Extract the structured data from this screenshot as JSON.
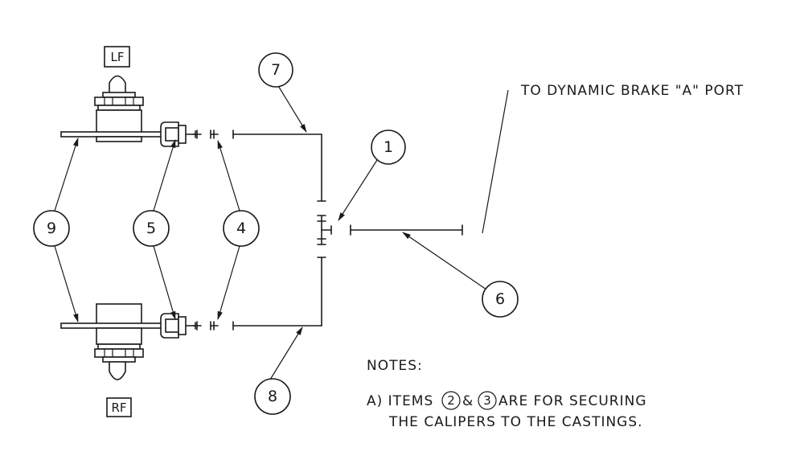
{
  "labels": {
    "left_front": "LF",
    "right_front": "RF"
  },
  "callouts": {
    "item_1": "1",
    "item_4": "4",
    "item_5": "5",
    "item_6": "6",
    "item_7": "7",
    "item_8": "8",
    "item_9": "9"
  },
  "destination_label": "TO DYNAMIC BRAKE \"A\" PORT",
  "notes": {
    "heading": "NOTES:",
    "note_a_prefix": "A) ITEMS",
    "note_a_item_2": "2",
    "note_a_and": "&",
    "note_a_item_3": "3",
    "note_a_suffix": "ARE FOR SECURING",
    "note_a_line2": "THE CALIPERS TO THE CASTINGS."
  }
}
